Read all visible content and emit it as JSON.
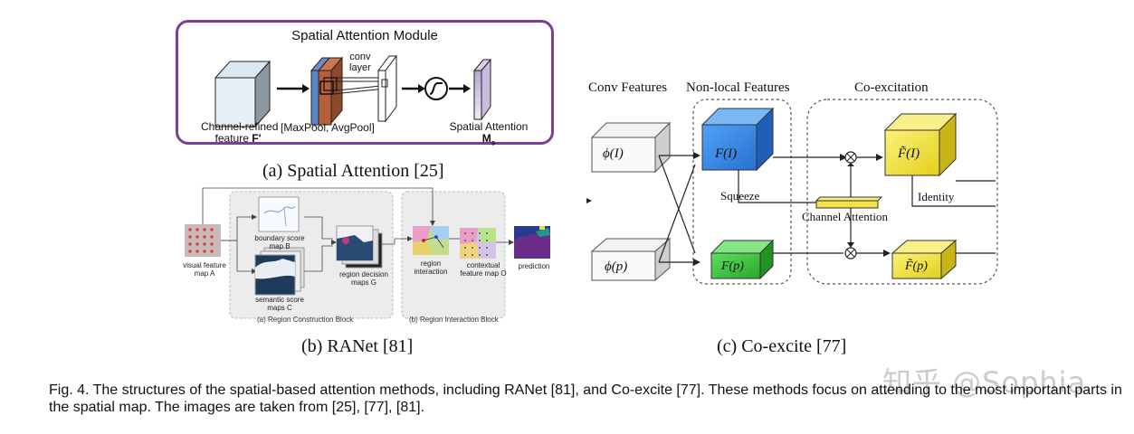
{
  "panel_a": {
    "title": "Spatial Attention Module",
    "conv_label_1": "conv",
    "conv_label_2": "layer",
    "input_label_1": "Channel-refined",
    "input_label_2": "feature ",
    "input_symbol": "F′",
    "pool_label": "[MaxPool, AvgPool]",
    "output_label": "Spatial Attention",
    "output_symbol": "M",
    "output_sub": "s",
    "caption": "(a) Spatial Attention [25]"
  },
  "panel_b": {
    "visual_feature": "visual feature",
    "visual_feature_2": "map A",
    "boundary_1": "boundary score",
    "boundary_2": "map B",
    "semantic_1": "semantic score",
    "semantic_2": "maps C",
    "region_decision_1": "region decision",
    "region_decision_2": "maps G",
    "region_interaction_1": "region",
    "region_interaction_2": "interaction",
    "contextual_1": "contextual",
    "contextual_2": "feature map O",
    "prediction": "prediction",
    "block_1": "(a) Region Construction Block",
    "block_2": "(b) Region Interaction Block",
    "caption": "(b) RANet [81]"
  },
  "panel_c": {
    "head_conv": "Conv Features",
    "head_nonlocal": "Non-local Features",
    "head_coexc": "Co-excitation",
    "phi_i": "ϕ(I)",
    "phi_p": "ϕ(p)",
    "f_i": "F(I)",
    "f_p": "F(p)",
    "ft_i": "F̃(I)",
    "ft_p": "F̃(p)",
    "squeeze": "Squeeze",
    "channel_attention": "Channel Attention",
    "identity": "Identity",
    "caption": "(c) Co-excite [77]"
  },
  "figure_caption": "Fig. 4. The structures of the spatial-based attention methods, including RANet [81], and Co-excite [77]. These methods focus on attending to the most important parts in the spatial map. The images are taken from [25], [77], [81].",
  "watermark": "知乎 @Sophia",
  "colors": {
    "purple_border": "#7b3f98",
    "blue_cube": "#3d8ee8",
    "green_cube": "#3ec93e",
    "yellow_cube": "#f0e23a",
    "orange_pool": "#b5603a"
  }
}
